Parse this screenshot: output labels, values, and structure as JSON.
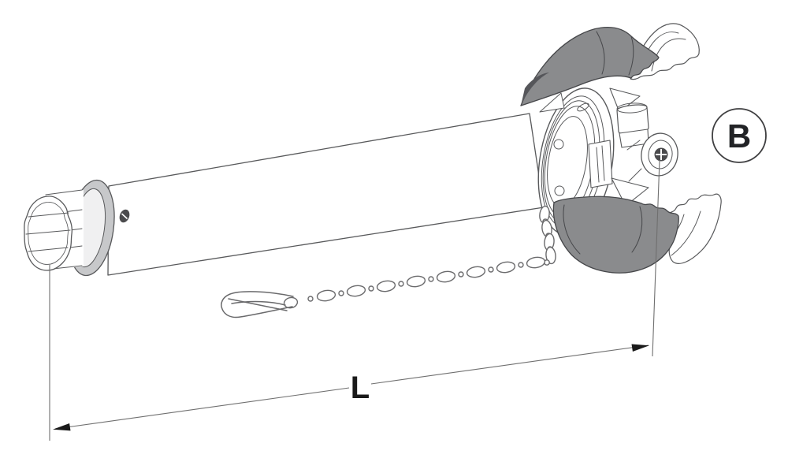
{
  "diagram": {
    "dimension": {
      "label": "L"
    },
    "balloon": {
      "label": "B"
    },
    "colors": {
      "background": "#ffffff",
      "line": "#58595b",
      "chain_line": "#6a6a6c",
      "guard_shell_fill": "#8a8b8d",
      "guard_shell_stroke": "#46474a",
      "guard_shell_dark": "#55565a",
      "collar_fill": "#c7c8ca",
      "collar_inner": "#f0f0f1",
      "dimension_ink": "#1a1a1a",
      "dim_line": "#6f6f6f"
    },
    "parts": [
      "profile-end-tube",
      "collar-ring",
      "outer-guard-tube",
      "tube-hole",
      "bearing-ring",
      "flange-holes",
      "latch-block",
      "grease-nipple",
      "cone-screw",
      "upper-guard-shell",
      "lower-guard-shell",
      "guard-cone-wave-outline",
      "safety-chain",
      "snap-hook",
      "dimension-L",
      "balloon-B"
    ]
  }
}
